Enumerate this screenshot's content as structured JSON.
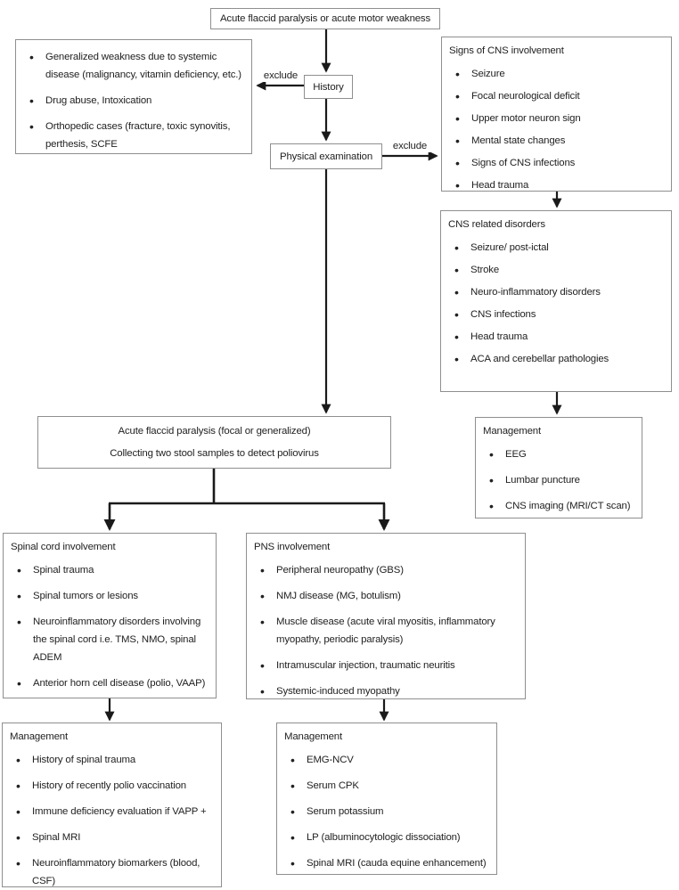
{
  "flowchart": {
    "title_note": "Acute flaccid paralysis diagnostic flowchart",
    "top_label": "Acute flaccid paralysis or acute motor weakness",
    "history_label": "History",
    "physical_exam_label": "Physical examination",
    "exclude_left_label": "exclude",
    "exclude_right_label": "exclude",
    "afp_line1": "Acute flaccid paralysis (focal or generalized)",
    "afp_line2": "Collecting two stool samples to detect poliovirus",
    "boxes": {
      "systemic": {
        "items": [
          "Generalized weakness due to systemic disease (malignancy, vitamin deficiency, etc.)",
          "Drug abuse, Intoxication",
          "Orthopedic cases (fracture, toxic synovitis, perthesis, SCFE"
        ]
      },
      "cns_signs": {
        "title": "Signs of CNS involvement",
        "items": [
          "Seizure",
          "Focal neurological deficit",
          "Upper motor neuron sign",
          "Mental state changes",
          "Signs of CNS infections",
          "Head trauma"
        ]
      },
      "cns_disorders": {
        "title": "CNS related disorders",
        "items": [
          "Seizure/ post-ictal",
          "Stroke",
          "Neuro-inflammatory disorders",
          "CNS infections",
          "Head trauma",
          "ACA and cerebellar pathologies"
        ]
      },
      "cns_management": {
        "title": "Management",
        "items": [
          "EEG",
          "Lumbar puncture",
          "CNS imaging (MRI/CT scan)"
        ]
      },
      "spinal": {
        "title": "Spinal cord involvement",
        "items": [
          "Spinal trauma",
          "Spinal tumors or lesions",
          "Neuroinflammatory disorders involving the spinal cord i.e. TMS, NMO, spinal ADEM",
          "Anterior horn cell disease (polio, VAAP)"
        ]
      },
      "pns": {
        "title": "PNS involvement",
        "items": [
          "Peripheral neuropathy (GBS)",
          "NMJ disease (MG, botulism)",
          "Muscle disease (acute viral myositis, inflammatory myopathy, periodic paralysis)",
          "Intramuscular injection, traumatic neuritis",
          "Systemic-induced myopathy"
        ]
      },
      "spinal_management": {
        "title": "Management",
        "items": [
          "History of spinal trauma",
          "History of recently polio vaccination",
          "Immune deficiency evaluation if VAPP +",
          "Spinal MRI",
          "Neuroinflammatory biomarkers (blood, CSF)"
        ]
      },
      "pns_management": {
        "title": "Management",
        "items": [
          "EMG-NCV",
          "Serum CPK",
          "Serum potassium",
          "LP (albuminocytologic dissociation)",
          "Spinal MRI (cauda equine enhancement)"
        ]
      }
    },
    "colors": {
      "border": "#8f8f8f",
      "arrow": "#1a1a1a",
      "text": "#222222",
      "background": "#ffffff"
    }
  }
}
